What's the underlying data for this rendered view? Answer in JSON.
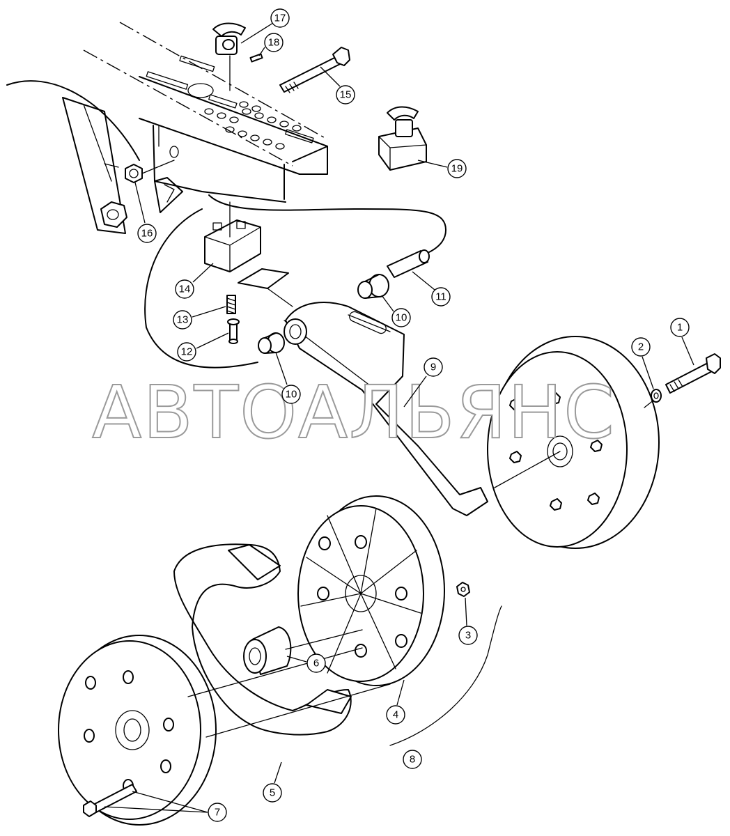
{
  "watermark": "АВТОАЛЬЯНС",
  "callouts": [
    {
      "id": "c1",
      "label": "1"
    },
    {
      "id": "c2",
      "label": "2"
    },
    {
      "id": "c3",
      "label": "3"
    },
    {
      "id": "c4",
      "label": "4"
    },
    {
      "id": "c5",
      "label": "5"
    },
    {
      "id": "c6",
      "label": "6"
    },
    {
      "id": "c7",
      "label": "7"
    },
    {
      "id": "c8",
      "label": "8"
    },
    {
      "id": "c9",
      "label": "9"
    },
    {
      "id": "c10a",
      "label": "10"
    },
    {
      "id": "c10b",
      "label": "10"
    },
    {
      "id": "c11",
      "label": "11"
    },
    {
      "id": "c12",
      "label": "12"
    },
    {
      "id": "c13",
      "label": "13"
    },
    {
      "id": "c14",
      "label": "14"
    },
    {
      "id": "c15",
      "label": "15"
    },
    {
      "id": "c16",
      "label": "16"
    },
    {
      "id": "c17",
      "label": "17"
    },
    {
      "id": "c18",
      "label": "18"
    },
    {
      "id": "c19",
      "label": "19"
    }
  ]
}
